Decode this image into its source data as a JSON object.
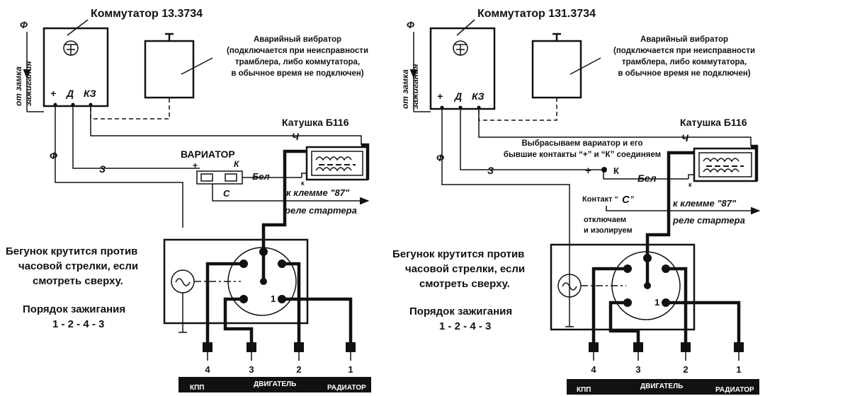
{
  "left": {
    "commutator_title": "Коммутатор 13.3734",
    "phi": "Ф",
    "from_ignition_1": "от замка",
    "from_ignition_2": "зажигания",
    "term_plus": "+",
    "term_d": "Д",
    "term_kz": "КЗ",
    "vibrator_lines": [
      "Аварийный вибратор",
      "(подключается при неисправности",
      "трамблера, либо коммутатора,",
      "в обычное время не подключен)"
    ],
    "coil_title": "Катушка Б116",
    "wire_ch": "Ч",
    "wire_z": "З",
    "wire_f": "Ф",
    "variator_title": "ВАРИАТОР",
    "var_plus": "+",
    "var_k": "К",
    "var_c": "С",
    "wire_bel": "Бел",
    "coil_k": "к",
    "to_terminal": "к клемме \"87\"",
    "starter_relay": "реле стартера",
    "rotor_lines": [
      "Бегунок крутится против",
      "часовой стрелки, если",
      "смотреть сверху."
    ],
    "order_title": "Порядок зажигания",
    "order_value": "1 - 2 - 4 - 3",
    "cyl_1": "1",
    "plugs": [
      "4",
      "3",
      "2",
      "1"
    ],
    "bar_kpp": "КПП",
    "bar_engine": "ДВИГАТЕЛЬ",
    "bar_radiator": "РАДИАТОР"
  },
  "right": {
    "commutator_title": "Коммутатор 131.3734",
    "phi": "Ф",
    "from_ignition_1": "от замка",
    "from_ignition_2": "зажигания",
    "term_plus": "+",
    "term_d": "Д",
    "term_kz": "КЗ",
    "vibrator_lines": [
      "Аварийный вибратор",
      "(подключается при неисправности",
      "трамблера, либо коммутатора,",
      "в обычное время не подключен)"
    ],
    "coil_title": "Катушка Б116",
    "wire_ch": "Ч",
    "wire_z": "З",
    "wire_f": "Ф",
    "note_lines": [
      "Выбрасываем вариатор и его",
      "бывшие контакты “+” и “К” соединяем"
    ],
    "plus": "+",
    "k": "К",
    "wire_bel": "Бел",
    "coil_k": "к",
    "contact_c_1": "Контакт “",
    "contact_c_2": "С",
    "contact_c_3": "”",
    "disconnect_1": "отключаем",
    "disconnect_2": "и изолируем",
    "to_terminal": "к клемме \"87\"",
    "starter_relay": "реле стартера",
    "rotor_lines": [
      "Бегунок крутится против",
      "часовой стрелки, если",
      "смотреть сверху."
    ],
    "order_title": "Порядок зажигания",
    "order_value": "1 - 2 - 4 - 3",
    "cyl_1": "1",
    "plugs": [
      "4",
      "3",
      "2",
      "1"
    ],
    "bar_kpp": "КПП",
    "bar_engine": "ДВИГАТЕЛЬ",
    "bar_radiator": "РАДИАТОР"
  }
}
